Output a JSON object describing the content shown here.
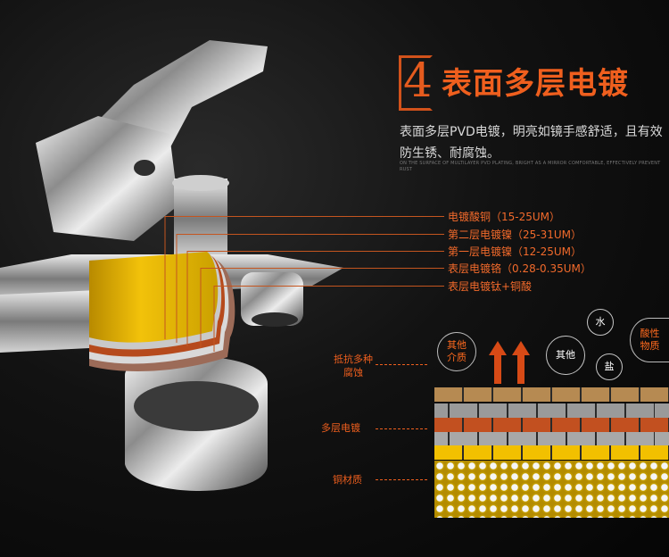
{
  "header": {
    "number": "4",
    "title": "表面多层电镀",
    "description": "表面多层PVD电镀，明亮如镜手感舒适，且有效防生锈、耐腐蚀。",
    "english": "ON THE SURFACE OF MULTILAYER PVD PLATING, BRIGHT AS A MIRROR COMFORTABLE, EFFECTIVELY PREVENT RUST"
  },
  "layers": [
    "电镀酸铜（15-25UM）",
    "第二层电镀镍（25-31UM）",
    "第一层电镀镍（12-25UM）",
    "表层电镀铬（0.28-0.35UM）",
    "表层电镀钛+铜酸"
  ],
  "diagram": {
    "resist_label": "抵抗多种腐蚀",
    "plating_label": "多层电镀",
    "copper_label": "铜材质",
    "agents": [
      "其他介质",
      "其他",
      "水",
      "盐",
      "酸性物质"
    ]
  },
  "colors": {
    "accent": "#ef5f1e",
    "gold": "#e8b400",
    "copper": "#b8561e",
    "chrome": "#d8d8d8"
  }
}
